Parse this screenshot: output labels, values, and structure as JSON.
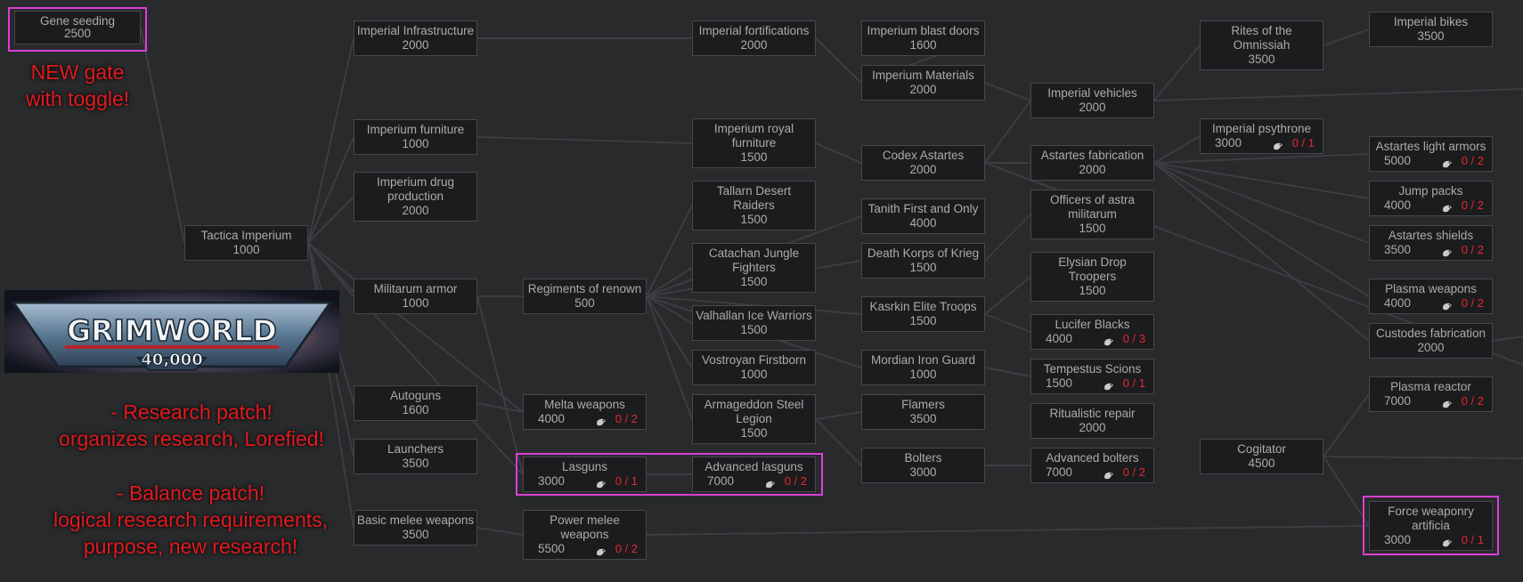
{
  "nodes": [
    {
      "id": "gene",
      "title": "Gene seeding",
      "cost": "2500"
    },
    {
      "id": "tactica",
      "title": "Tactica Imperium",
      "cost": "1000"
    },
    {
      "id": "infra",
      "title": "Imperial Infrastructure",
      "cost": "2000"
    },
    {
      "id": "furniture",
      "title": "Imperium furniture",
      "cost": "1000"
    },
    {
      "id": "drug",
      "title": "Imperium drug\nproduction",
      "cost": "2000"
    },
    {
      "id": "mil_armor",
      "title": "Militarum armor",
      "cost": "1000"
    },
    {
      "id": "autoguns",
      "title": "Autoguns",
      "cost": "1600"
    },
    {
      "id": "launchers",
      "title": "Launchers",
      "cost": "3500"
    },
    {
      "id": "basic_melee",
      "title": "Basic melee weapons",
      "cost": "3500"
    },
    {
      "id": "regiments",
      "title": "Regiments of renown",
      "cost": "500"
    },
    {
      "id": "melta",
      "title": "Melta weapons",
      "cost": "4000",
      "counter": "0 / 2"
    },
    {
      "id": "lasguns",
      "title": "Lasguns",
      "cost": "3000",
      "counter": "0 / 1"
    },
    {
      "id": "power_melee",
      "title": "Power melee\nweapons",
      "cost": "5500",
      "counter": "0 / 2"
    },
    {
      "id": "fortifications",
      "title": "Imperial fortifications",
      "cost": "2000"
    },
    {
      "id": "royal_furniture",
      "title": "Imperium royal\nfurniture",
      "cost": "1500"
    },
    {
      "id": "tallarn",
      "title": "Tallarn Desert\nRaiders",
      "cost": "1500"
    },
    {
      "id": "catachan",
      "title": "Catachan Jungle\nFighters",
      "cost": "1500"
    },
    {
      "id": "valhallan",
      "title": "Valhallan Ice Warriors",
      "cost": "1500"
    },
    {
      "id": "vostroyan",
      "title": "Vostroyan Firstborn",
      "cost": "1000"
    },
    {
      "id": "armageddon",
      "title": "Armageddon Steel\nLegion",
      "cost": "1500"
    },
    {
      "id": "adv_lasguns",
      "title": "Advanced lasguns",
      "cost": "7000",
      "counter": "0 / 2"
    },
    {
      "id": "blast_doors",
      "title": "Imperium blast doors",
      "cost": "1600"
    },
    {
      "id": "materials",
      "title": "Imperium Materials",
      "cost": "2000"
    },
    {
      "id": "codex",
      "title": "Codex Astartes",
      "cost": "2000"
    },
    {
      "id": "tanith",
      "title": "Tanith First and Only",
      "cost": "4000"
    },
    {
      "id": "krieg",
      "title": "Death Korps of Krieg",
      "cost": "1500"
    },
    {
      "id": "kasrkin",
      "title": "Kasrkin Elite Troops",
      "cost": "1500"
    },
    {
      "id": "mordian",
      "title": "Mordian Iron Guard",
      "cost": "1000"
    },
    {
      "id": "flamers",
      "title": "Flamers",
      "cost": "3500"
    },
    {
      "id": "bolters",
      "title": "Bolters",
      "cost": "3000"
    },
    {
      "id": "vehicles",
      "title": "Imperial vehicles",
      "cost": "2000"
    },
    {
      "id": "astartes_fab",
      "title": "Astartes fabrication",
      "cost": "2000"
    },
    {
      "id": "officers",
      "title": "Officers of astra\nmilitarum",
      "cost": "1500"
    },
    {
      "id": "elysian",
      "title": "Elysian Drop\nTroopers",
      "cost": "1500"
    },
    {
      "id": "lucifer",
      "title": "Lucifer Blacks",
      "cost": "4000",
      "counter": "0 / 3"
    },
    {
      "id": "tempestus",
      "title": "Tempestus Scions",
      "cost": "1500",
      "counter": "0 / 1"
    },
    {
      "id": "ritualistic",
      "title": "Ritualistic repair",
      "cost": "2000"
    },
    {
      "id": "adv_bolters",
      "title": "Advanced bolters",
      "cost": "7000",
      "counter": "0 / 2"
    },
    {
      "id": "rites",
      "title": "Rites of the\nOmnissiah",
      "cost": "3500"
    },
    {
      "id": "psythrone",
      "title": "Imperial psythrone",
      "cost": "3000",
      "counter": "0 / 1"
    },
    {
      "id": "cogitator",
      "title": "Cogitator",
      "cost": "4500"
    },
    {
      "id": "bikes",
      "title": "Imperial bikes",
      "cost": "3500"
    },
    {
      "id": "light_armors",
      "title": "Astartes light armors",
      "cost": "5000",
      "counter": "0 / 2"
    },
    {
      "id": "jump_packs",
      "title": "Jump packs",
      "cost": "4000",
      "counter": "0 / 2"
    },
    {
      "id": "shields",
      "title": "Astartes shields",
      "cost": "3500",
      "counter": "0 / 2"
    },
    {
      "id": "plasma_weapons",
      "title": "Plasma weapons",
      "cost": "4000",
      "counter": "0 / 2"
    },
    {
      "id": "custodes",
      "title": "Custodes fabrication",
      "cost": "2000"
    },
    {
      "id": "plasma_reactor",
      "title": "Plasma reactor",
      "cost": "7000",
      "counter": "0 / 2"
    },
    {
      "id": "force",
      "title": "Force weaponry\nartificia",
      "cost": "3000",
      "counter": "0 / 1"
    }
  ],
  "annotations": {
    "gate": "NEW gate\nwith toggle!",
    "research": "- Research patch!\norganizes research, Lorefied!",
    "balance": "- Balance patch!\nlogical research requirements,\npurpose, new research!"
  },
  "logo": {
    "name": "GRIMWORLD",
    "number": "40,000"
  },
  "colors": {
    "background": "#292a2c",
    "node_fill": "#1b1c1e",
    "node_border": "#46484b",
    "node_text": "#a9abad",
    "counter_red": "#e5282f",
    "highlight": "#d940d3",
    "annotation_red": "#e01a1f",
    "link": "#3c3d40"
  },
  "icons": {
    "tech": "tech-requirement-icon"
  }
}
